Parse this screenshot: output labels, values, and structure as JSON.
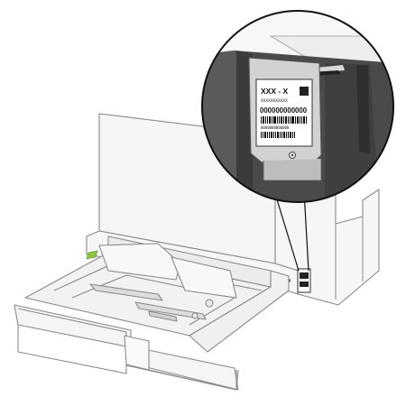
{
  "serial_label": {
    "model_text": "XXX - X",
    "small_text": "XXXXXXXXXXX",
    "serial_number": "000000000000",
    "footer_text": "0000000000000"
  },
  "colors": {
    "outline": "#8a8a8a",
    "printer_body": "#f6f6f6",
    "tray": "#f2f2f2",
    "callout_dark": "#4a4a4a",
    "label_bg": "#ffffff",
    "accent_green": "#8cc63f"
  }
}
